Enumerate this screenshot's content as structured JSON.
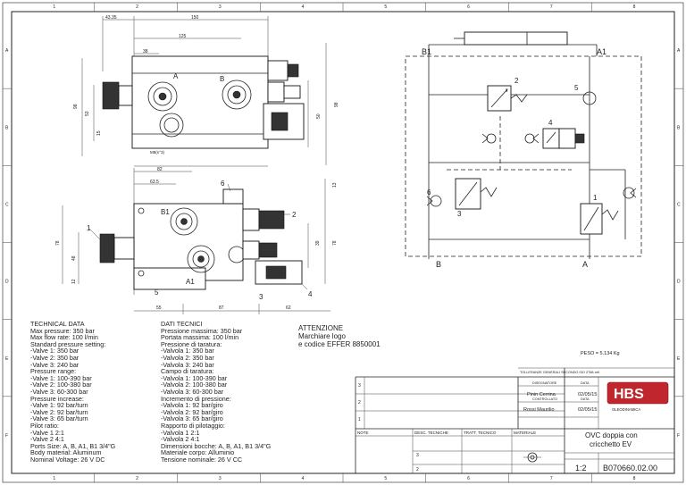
{
  "drawing": {
    "dims_top": [
      "43.35",
      "150",
      "125",
      "38",
      "98",
      "53",
      "15",
      "50",
      "98",
      "M8(n°3)"
    ],
    "dims_bottom": [
      "82",
      "63.5",
      "78",
      "48",
      "12",
      "39",
      "78",
      "13",
      "55",
      "87",
      "62"
    ],
    "port_labels": [
      "A",
      "B",
      "B1",
      "A1"
    ],
    "callouts": [
      "1",
      "2",
      "3",
      "4",
      "5",
      "6"
    ],
    "schematic": {
      "ports": [
        "B1",
        "A1",
        "B",
        "A"
      ],
      "callouts": [
        "1",
        "2",
        "3",
        "4",
        "5",
        "6"
      ]
    }
  },
  "technical_data": {
    "lines": [
      "TECHNICAL DATA",
      "Max pressure: 350 bar",
      "Max flow rate: 100 l/min",
      "Standard pressure setting:",
      "-Valve 1: 350 bar",
      "-Valve 2: 350 bar",
      "-Valve 3: 240 bar",
      "Pressure range:",
      "-Valve 1:  100-390 bar",
      "-Valve 2:  100-380 bar",
      "-Valve 3:    60-300 bar",
      "Pressure increase:",
      "-Valve 1:  92 bar/turn",
      "-Valve 2:  92 bar/turn",
      "-Valve 3:    65 bar/turn",
      "Pilot ratio:",
      "-Valve 1   2:1",
      "-Valve 2   4:1",
      "Ports Size: A, B, A1, B1  3/4\"G",
      "Body material: Aluminum",
      "Nominal Voltage: 26 V DC"
    ]
  },
  "dati_tecnici": {
    "lines": [
      "DATI TECNICI",
      "Pressione massima: 350 bar",
      "Portata massima: 100 l/min",
      "Pressione di taratura:",
      "-Valvola 1: 350 bar",
      "-Valvola 2: 350 bar",
      "-Valvola 3: 240 bar",
      "Campo di taratura:",
      "-Valvola 1:  100-390 bar",
      "-Valvola 2:  100-380 bar",
      "-Valvola 3:    60-300 bar",
      "Incremento di pressione:",
      "-Valvola 1: 92 bar/giro",
      "-Valvola 2: 92 bar/giro",
      "-Valvola 3:   65 bar/giro",
      "Rapporto di pilotaggio:",
      "-Valvola 1   2:1",
      "-Valvola 2   4:1",
      "Dimensioni bocche: A, B, A1, B1  3/4\"G",
      "Materiale corpo: Alluminio",
      "Tensione nominale: 26 V CC"
    ]
  },
  "attenzione": {
    "lines": [
      "ATTENZIONE",
      "Marchiare logo",
      "e codice EFFER 8850001"
    ]
  },
  "peso": "PESO = 5.134 Kg",
  "title_block": {
    "tolerance_note": "TOLLERANZE GENERALI SECONDO ISO 2768-mK",
    "rev_rows": [
      "3",
      "2",
      "1"
    ],
    "header": [
      "NOTE",
      "DESC. TECNICHE",
      "TRATT. TECNICO",
      "MATERIALE"
    ],
    "designer_label": "DISEGNATORE",
    "checker_label": "CONTROLLATO",
    "date_label": "DATA",
    "designer": "Pinin Cerrina",
    "checker": "Rossi Maurilio",
    "date1": "02/05/15",
    "date2": "02/05/15",
    "logo": "HBS",
    "logo_sub": "OLEODINAMICA",
    "title": "OVC doppia con",
    "title2": "cricchetto EV",
    "scale": "1:2",
    "code": "B070660.02.00",
    "left_rows": [
      "3",
      "2"
    ]
  },
  "border": {
    "columns": [
      "1",
      "2",
      "3",
      "4",
      "5",
      "6",
      "7",
      "8"
    ],
    "rows": [
      "A",
      "B",
      "C",
      "D",
      "E",
      "F"
    ]
  }
}
